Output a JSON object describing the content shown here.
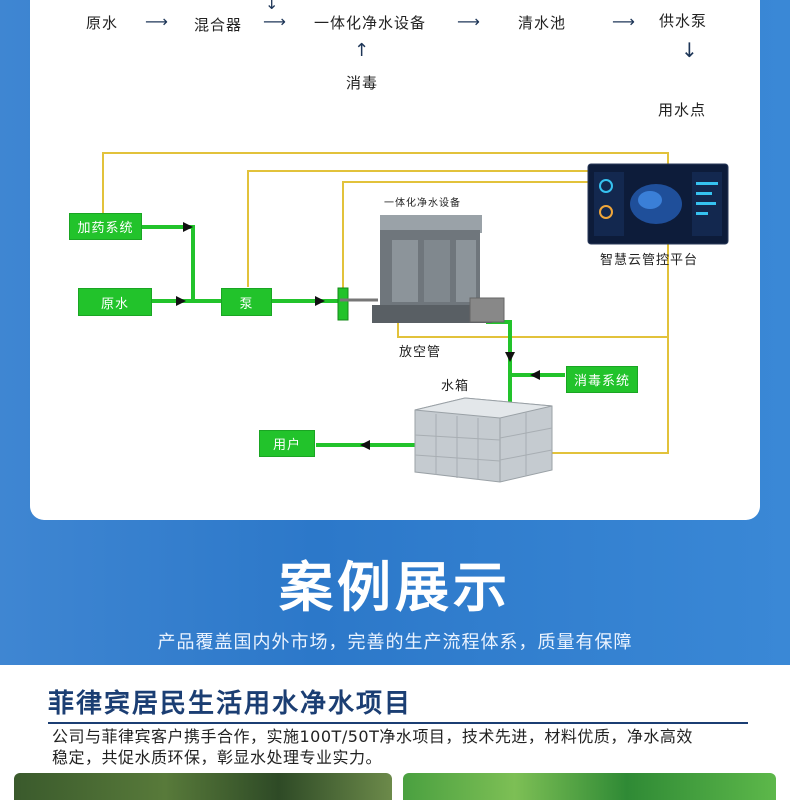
{
  "flow": {
    "raw_water": "原水",
    "mixer": "混合器",
    "integrated_equipment": "一体化净水设备",
    "clear_water_pool": "清水池",
    "water_pump": "供水泵",
    "disinfection": "消毒",
    "water_point": "用水点"
  },
  "diagram": {
    "dosing_system": "加药系统",
    "raw_water": "原水",
    "pump": "泵",
    "equipment_label": "一体化净水设备",
    "vent_pipe": "放空管",
    "water_tank": "水箱",
    "disinfection_system": "消毒系统",
    "user": "用户",
    "cloud_platform": "智慧云管控平台"
  },
  "case": {
    "title": "案例展示",
    "subtitle": "产品覆盖国内外市场，完善的生产流程体系，质量有保障"
  },
  "project": {
    "title": "菲律宾居民生活用水净水项目",
    "description_line1": "公司与菲律宾客户携手合作，实施100T/50T净水项目，技术先进，材料优质，净水高效",
    "description_line2": "稳定，共促水质环保，彰显水处理专业实力。"
  },
  "colors": {
    "band_blue": "#2c78c9",
    "pipe_green": "#22c32b",
    "signal_yellow": "#e2c23b",
    "title_navy": "#1b3e73"
  }
}
